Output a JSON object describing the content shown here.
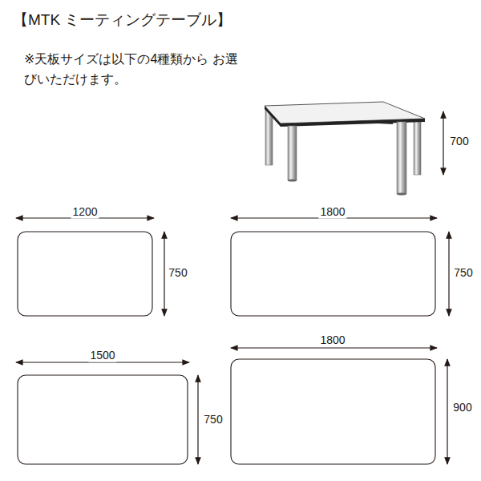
{
  "diagram": {
    "title": "【MTK ミーティングテーブル】",
    "labels": [
      "※天板サイズは以下の4種類から お選びいただけます。",
      "700",
      "1200",
      "750",
      "1800",
      "750",
      "1500",
      "750",
      "1800",
      "900"
    ]
  }
}
